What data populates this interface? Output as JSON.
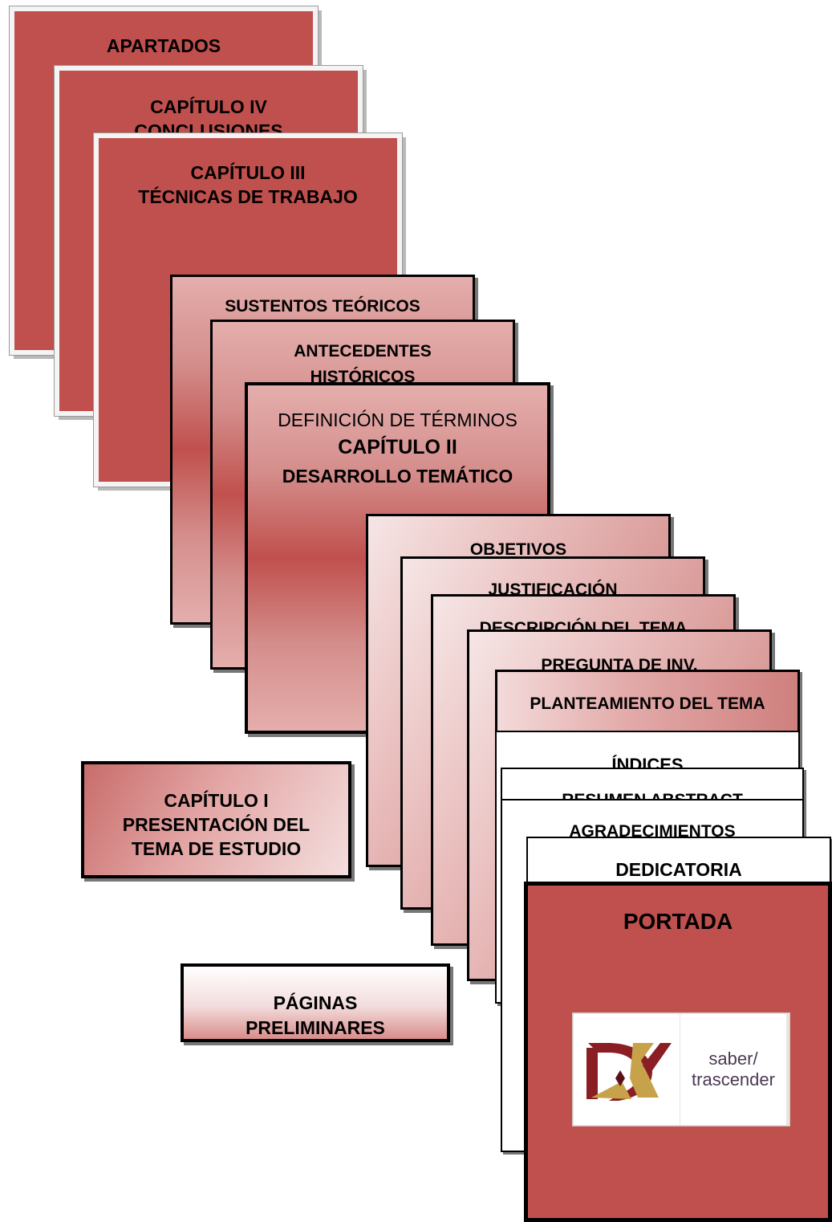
{
  "apartados": "APARTADOS",
  "capitulo_iv": [
    "CAPÍTULO IV",
    "CONCLUSIONES"
  ],
  "capitulo_iii": [
    "CAPÍTULO III",
    "TÉCNICAS DE TRABAJO"
  ],
  "sustentos": "SUSTENTOS TEÓRICOS",
  "antecedentes": [
    "ANTECEDENTES",
    "HISTÓRICOS"
  ],
  "definicion": "DEFINICIÓN DE TÉRMINOS",
  "capitulo_ii": [
    "CAPÍTULO II",
    "DESARROLLO TEMÁTICO"
  ],
  "objetivos": "OBJETIVOS",
  "justificacion": "JUSTIFICACIÓN",
  "descripcion": "DESCRIPCIÓN DEL TEMA",
  "pregunta": "PREGUNTA DE INV.",
  "planteamiento": "PLANTEAMIENTO DEL TEMA",
  "indices": "ÍNDICES",
  "resumen": "RESUMEN ABSTRACT",
  "agradecimientos": "AGRADECIMIENTOS",
  "dedicatoria": "DEDICATORIA",
  "portada": "PORTADA",
  "logo_text": [
    "saber/",
    "trascender"
  ],
  "capitulo_i": [
    "CAPÍTULO I",
    "PRESENTACIÓN DEL",
    "TEMA DE ESTUDIO"
  ],
  "paginas": [
    "PÁGINAS",
    "PRELIMINARES"
  ],
  "colors": {
    "red": "#c0504d",
    "light_border": "#f4f4f4",
    "logo_text": "#4b3a52"
  }
}
